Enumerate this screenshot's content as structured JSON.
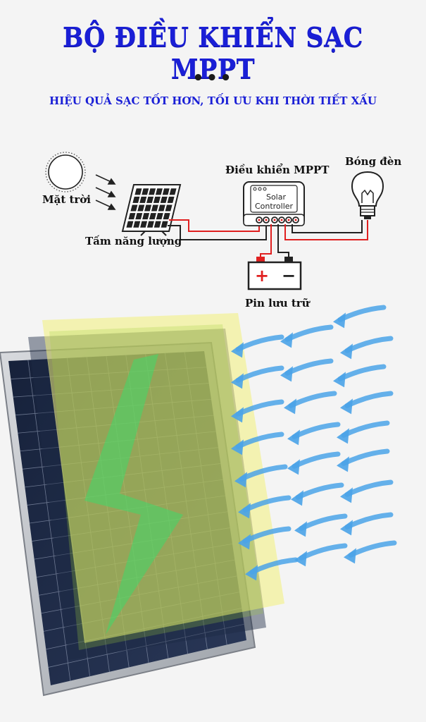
{
  "header": {
    "title": "BỘ ĐIỀU KHIỂN SẠC MPPT",
    "dots": "•••",
    "subtitle": "HIỆU QUẢ SẠC TỐT HƠN, TỐI ƯU KHI THỜI TIẾT XẤU"
  },
  "diagram": {
    "sun_label": "Mặt trời",
    "panel_label": "Tấm năng lượng",
    "controller_label": "Điều khiển MPPT",
    "controller_text_line1": "Solar",
    "controller_text_line2": "Controller",
    "bulb_label": "Bóng đèn",
    "battery_label": "Pin lưu trữ",
    "battery_plus": "+",
    "battery_minus": "−"
  },
  "colors": {
    "title_blue": "#1a1fd6",
    "wire_red": "#e02020",
    "wire_black": "#222222",
    "arrow_blue": "#4aa3e8",
    "panel_overlay_yellow": "#f2f07a"
  },
  "icons": {
    "sun": "sun-icon",
    "solar_panel": "solar-panel-icon",
    "controller": "solar-controller-icon",
    "bulb": "light-bulb-icon",
    "battery": "battery-icon",
    "wind_arrows": "wind-arrow-icon"
  }
}
